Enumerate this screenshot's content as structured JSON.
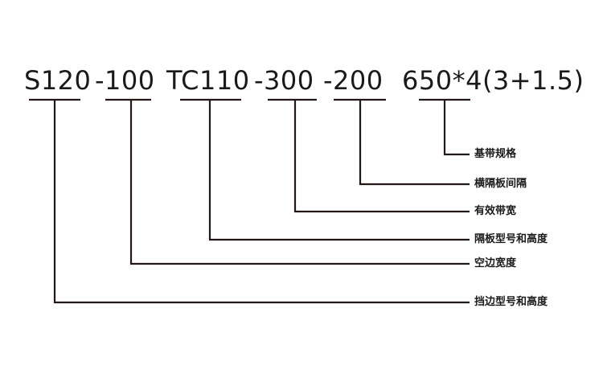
{
  "code_segments": [
    "S120",
    "-100",
    "TC110",
    "-300",
    "-200",
    "650*4(3+1.5)"
  ],
  "labels": [
    "基带规格",
    "横隔板间隔",
    "有效带宽",
    "隔板型号和高度",
    "空边宽度",
    "挡边型号和高度"
  ],
  "line_color": "#231815",
  "text_color": "#1a1a1a"
}
